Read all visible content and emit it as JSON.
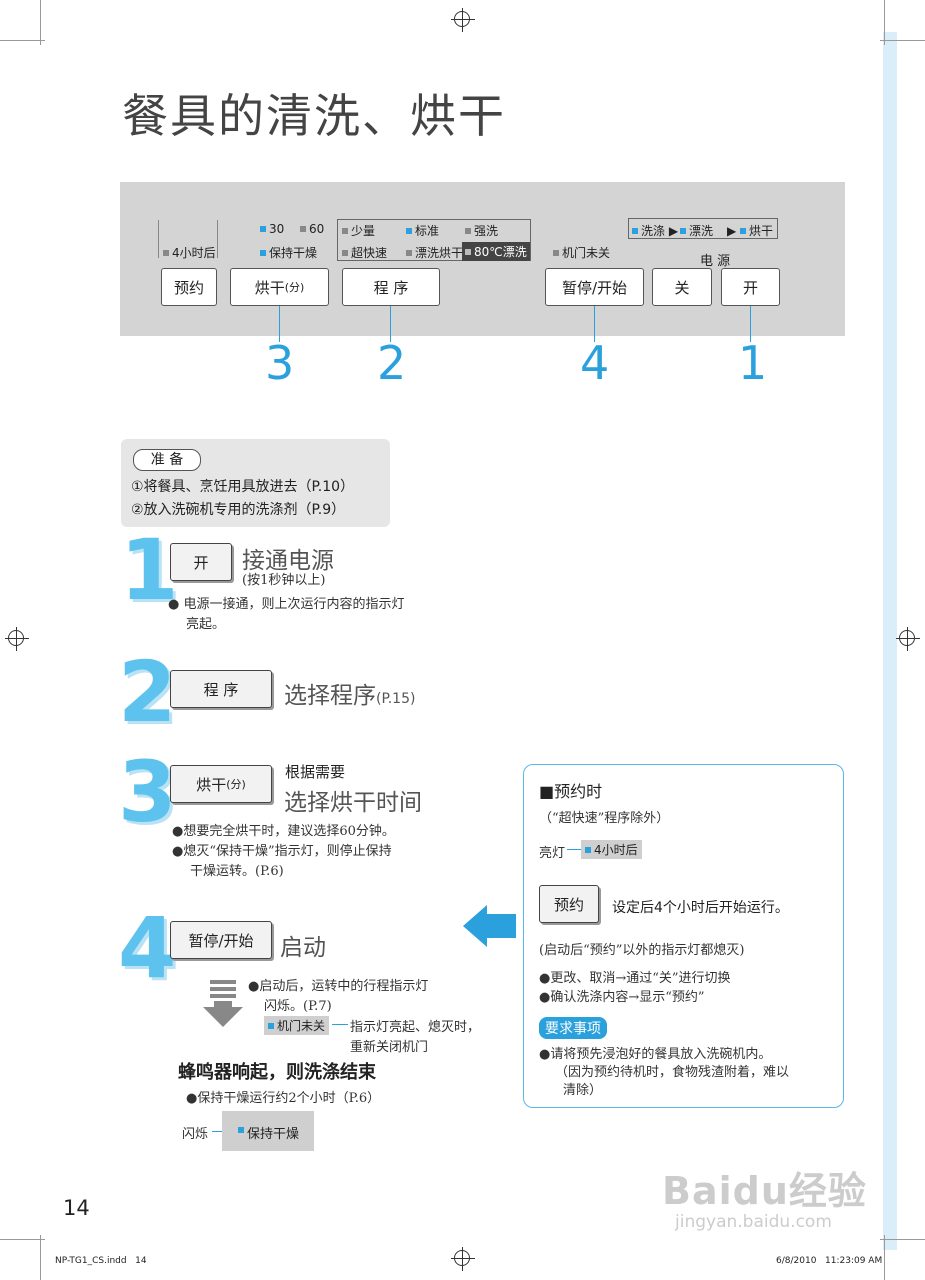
{
  "title": "餐具的清洗、烘干",
  "panel": {
    "labels": {
      "m30": "30",
      "m60": "60",
      "keep_dry": "保持干燥",
      "after4h": "4小时后",
      "less": "少量",
      "standard": "标准",
      "strong": "强洗",
      "express": "超快速",
      "rinse_dry": "漂洗烘干",
      "rinse80": "80℃漂洗",
      "door_open": "机门未关",
      "seq_wash": "洗涤",
      "seq_rinse": "漂洗",
      "seq_dry": "烘干",
      "power": "电 源"
    },
    "buttons": {
      "reserve": "预约",
      "dry": "烘干",
      "dry_unit": "(分)",
      "program": "程 序",
      "pause_start": "暂停/开始",
      "off": "关",
      "on": "开"
    },
    "callouts": [
      "3",
      "2",
      "4",
      "1"
    ]
  },
  "prep": {
    "label": "准 备",
    "line1": "①将餐具、烹饪用具放进去（P.10）",
    "line2": "②放入洗碗机专用的洗涤剂（P.9）"
  },
  "step1": {
    "num": "1",
    "button": "开",
    "head": "接通电源",
    "sub": "(按1秒钟以上)",
    "note1": "● 电源一接通，则上次运行内容的指示灯",
    "note2": "亮起。"
  },
  "step2": {
    "num": "2",
    "button": "程 序",
    "head": "选择程序",
    "ref": "(P.15)"
  },
  "step3": {
    "num": "3",
    "button": "烘干",
    "button_unit": "(分)",
    "pre": "根据需要",
    "head": "选择烘干时间",
    "note1": "●想要完全烘干时，建议选择60分钟。",
    "note2": "●熄灭“保持干燥”指示灯，则停止保持",
    "note3": "干燥运转。(P.6)"
  },
  "step4": {
    "num": "4",
    "button": "暂停/开始",
    "head": "启动",
    "note1": "●启动后，运转中的行程指示灯",
    "note2": "闪烁。(P.7)",
    "door_tag": "机门未关",
    "door_note1": "指示灯亮起、熄灭时，",
    "door_note2": "重新关闭机门",
    "end_head": "蜂鸣器响起，则洗涤结束",
    "end_note": "●保持干燥运行约2个小时（P.6）",
    "flash": "闪烁",
    "keep_dry": "保持干燥"
  },
  "reserve_box": {
    "title": "■预约时",
    "sub": "（“超快速”程序除外）",
    "lit": "亮灯",
    "tag": "4小时后",
    "button": "预约",
    "desc": "设定后4个小时后开始运行。",
    "note": "(启动后“预约”以外的指示灯都熄灭)",
    "b1": "●更改、取消→通过“关”进行切换",
    "b2": "●确认洗涤内容→显示“预约”",
    "req": "要求事项",
    "r1": "●请将预先浸泡好的餐具放入洗碗机内。",
    "r2": "（因为预约待机时，食物残渣附着，难以",
    "r3": "清除）"
  },
  "page_number": "14",
  "footer_left": "NP-TG1_CS.indd   14",
  "footer_right": "6/8/2010   11:23:09 AM",
  "watermark1": "Baidu经验",
  "watermark2": "jingyan.baidu.com",
  "colors": {
    "accent": "#2aa0dc",
    "panel": "#d4d4d4"
  }
}
